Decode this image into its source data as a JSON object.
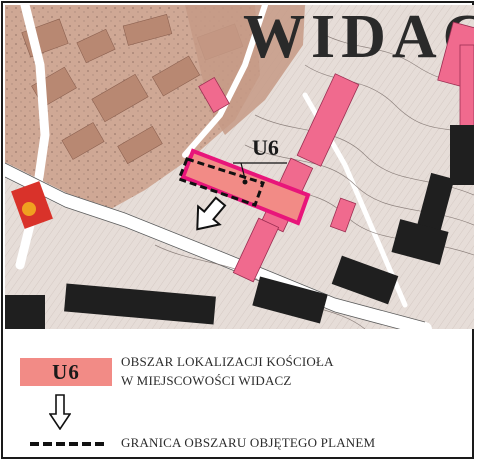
{
  "map": {
    "place_label": "WIDAC",
    "site_code": "U6",
    "colors": {
      "background": "#e6ddd8",
      "built_area": "#cfa895",
      "building_pink": "#f06a8e",
      "site_fill": "#f28b86",
      "site_border": "#e8157a",
      "boundary": "#111111",
      "road": "#ffffff",
      "dark_blocks": "#1f1f1f"
    }
  },
  "legend": {
    "symbol_label": "U6",
    "line1": "OBSZAR LOKALIZACJI KOŚCIOŁA",
    "line2": "W MIEJSCOWOŚCI WIDACZ",
    "line3": "GRANICA OBSZARU OBJĘTEGO PLANEM",
    "arrow_icon": "hollow-down-arrow",
    "line_icon": "dashed-boundary-line"
  }
}
